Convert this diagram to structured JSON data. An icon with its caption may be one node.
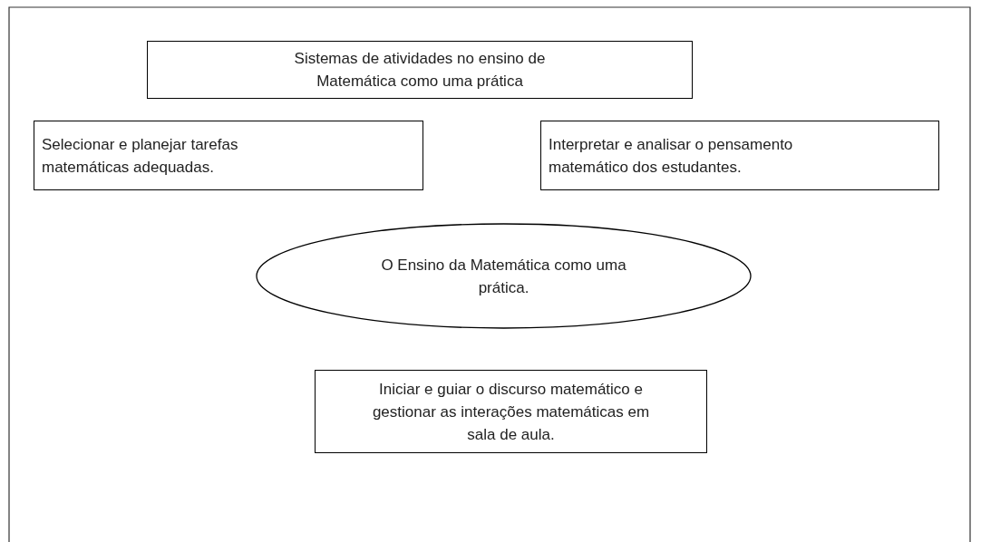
{
  "diagram": {
    "nodes": [
      {
        "text": [
          "Sistemas de atividades no ensino de Matemática como uma prática"
        ]
      },
      {
        "text": [
          "Selecionar e planejar tarefas matemáticas adequadas."
        ]
      },
      {
        "text": [
          "Interpretar e analisar o pensamento matemático dos estudantes."
        ]
      },
      {
        "text": [
          "O Ensino da Matemática como uma prática."
        ]
      },
      {
        "text": [
          "Iniciar e guiar o discurso matemático e gestionar as interações matemáticas em sala de aula."
        ]
      }
    ]
  }
}
